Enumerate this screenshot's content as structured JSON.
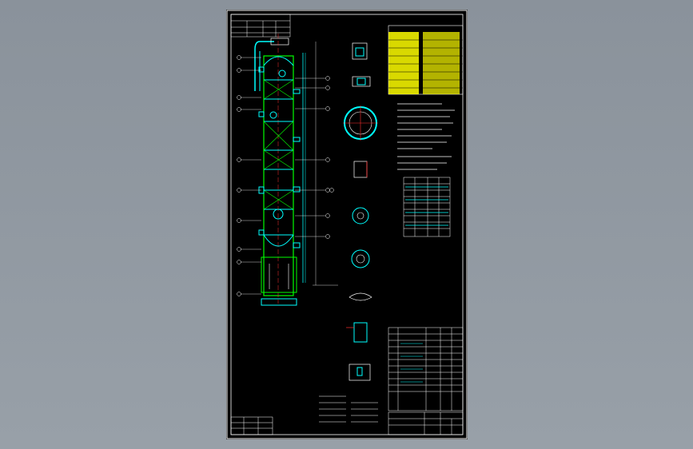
{
  "viewport": {
    "background": "#8d959e"
  },
  "drawing": {
    "background": "#000000",
    "colors": {
      "frame": "#ffffff",
      "tower_shell": "#00ff00",
      "internals": "#00ffff",
      "centerline": "#ff3030",
      "spec_table_fill": "#ffff00",
      "notes": "#ffffff"
    },
    "elements": [
      "title-block",
      "spec-table",
      "tower-elevation",
      "detail-views",
      "technical-notes",
      "nozzle-table",
      "parts-list",
      "revision-block"
    ]
  }
}
